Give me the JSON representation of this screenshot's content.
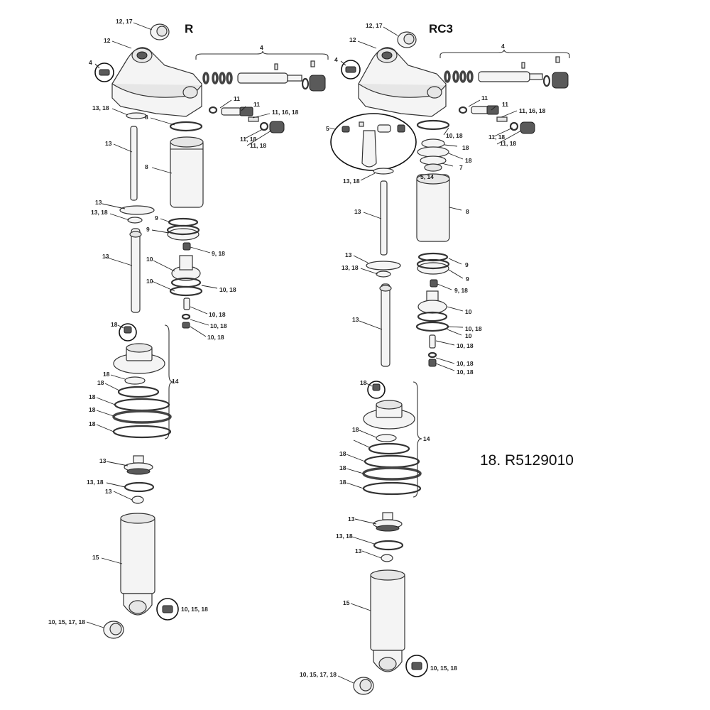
{
  "headers": {
    "left": "R",
    "right": "RC3"
  },
  "part_number_note": "18. R5129010",
  "labels": {
    "l_12_17": "12, 17",
    "l_12": "12",
    "l_4a": "4",
    "l_4b": "4",
    "l_13_18a": "13, 18",
    "l_8a": "8",
    "l_11a": "11",
    "l_11b": "11",
    "l_11_16_18": "11, 16, 18",
    "l_11_18a": "11, 18",
    "l_11_18b": "11, 18",
    "l_13a": "13",
    "l_8b": "8",
    "l_13b": "13",
    "l_13_18b": "13, 18",
    "l_9a": "9",
    "l_9b": "9",
    "l_9_18": "9, 18",
    "l_13c": "13",
    "l_10a": "10",
    "l_10b": "10",
    "l_10_18a": "10, 18",
    "l_10_18b": "10, 18",
    "l_10_18c": "10, 18",
    "l_10_18d": "10, 18",
    "l_18a": "18",
    "l_14": "14",
    "l_18b": "18",
    "l_18c": "18",
    "l_18d": "18",
    "l_18e": "18",
    "l_18f": "18",
    "l_13d": "13",
    "l_13_18c": "13, 18",
    "l_13e": "13",
    "l_15": "15",
    "l_10_15_18": "10, 15, 18",
    "l_10_15_17_18": "10, 15, 17, 18",
    "r_12_17": "12, 17",
    "r_12": "12",
    "r_4a": "4",
    "r_4b": "4",
    "r_11a": "11",
    "r_11b": "11",
    "r_11_16_18": "11, 16, 18",
    "r_11_18a": "11, 18",
    "r_11_18b": "11, 18",
    "r_5": "5",
    "r_10_18a": "10, 18",
    "r_18a": "18",
    "r_18b": "18",
    "r_7": "7",
    "r_13_18a": "13, 18",
    "r_5_14": "5, 14",
    "r_8": "8",
    "r_13a": "13",
    "r_13b": "13",
    "r_13_18b": "13, 18",
    "r_9a": "9",
    "r_9b": "9",
    "r_9_18": "9, 18",
    "r_10a": "10",
    "r_10_18b": "10, 18",
    "r_10b": "10",
    "r_13c": "13",
    "r_10_18c": "10, 18",
    "r_10_18d": "10, 18",
    "r_10_18e": "10, 18",
    "r_18c": "18",
    "r_14": "14",
    "r_18d": "18",
    "r_18e": "18",
    "r_18f": "18",
    "r_18g": "18",
    "r_13d": "13",
    "r_13_18c": "13, 18",
    "r_13e": "13",
    "r_15": "15",
    "r_10_15_18": "10, 15, 18",
    "r_10_15_17_18": "10, 15, 17, 18"
  }
}
